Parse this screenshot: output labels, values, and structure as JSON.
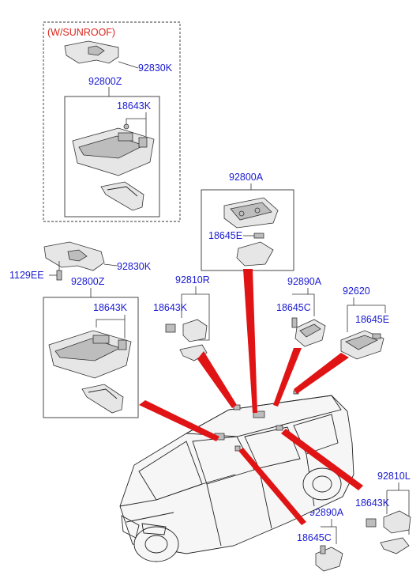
{
  "sunroof_group": {
    "title": "(W/SUNROOF)",
    "bracket_label": "92830K",
    "lamp_assy_label": "92800Z",
    "bulb_label": "18643K"
  },
  "standard_group": {
    "screw_label": "1129EE",
    "bracket_label": "92830K",
    "lamp_assy_label": "92800Z",
    "bulb_label": "18643K"
  },
  "center_room_lamp": {
    "assy_label": "92800A",
    "bulb_label": "18645E"
  },
  "vanity_lamp_left": {
    "assy_label": "92810R",
    "bulb_label": "18643K"
  },
  "luggage_lamp": {
    "assy_label": "92890A",
    "bulb_label": "18645C"
  },
  "rear_room_lamp": {
    "assy_label": "92620",
    "bulb_label": "18645E"
  },
  "vanity_lamp_right": {
    "assy_label": "92810L",
    "bulb_label": "18643K"
  },
  "luggage_lamp_lower": {
    "assy_label": "92890A",
    "bulb_label": "18645C"
  },
  "colors": {
    "label": "#1a1ad0",
    "note": "#d8261c",
    "pointer": "#e01414"
  }
}
